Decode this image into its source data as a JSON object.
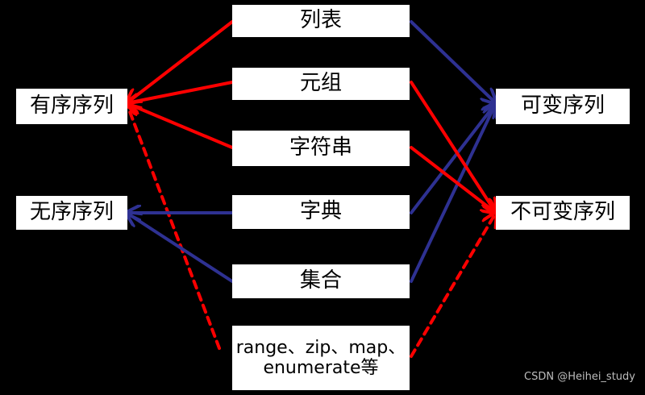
{
  "nodes": {
    "list": "列表",
    "tuple": "元组",
    "string": "字符串",
    "dict": "字典",
    "set": "集合",
    "other_line1": "range、zip、map、",
    "other_line2": "enumerate等",
    "ordered": "有序序列",
    "unordered": "无序序列",
    "mutable": "可变序列",
    "immutable": "不可变序列"
  },
  "edges": [
    {
      "from": "list",
      "to": "ordered",
      "color": "red",
      "style": "solid"
    },
    {
      "from": "tuple",
      "to": "ordered",
      "color": "red",
      "style": "solid"
    },
    {
      "from": "string",
      "to": "ordered",
      "color": "red",
      "style": "solid"
    },
    {
      "from": "other",
      "to": "ordered",
      "color": "red",
      "style": "dashed"
    },
    {
      "from": "dict",
      "to": "unordered",
      "color": "blue",
      "style": "solid"
    },
    {
      "from": "set",
      "to": "unordered",
      "color": "blue",
      "style": "solid"
    },
    {
      "from": "list",
      "to": "mutable",
      "color": "blue",
      "style": "solid"
    },
    {
      "from": "dict",
      "to": "mutable",
      "color": "blue",
      "style": "solid"
    },
    {
      "from": "set",
      "to": "mutable",
      "color": "blue",
      "style": "solid"
    },
    {
      "from": "tuple",
      "to": "immutable",
      "color": "red",
      "style": "solid"
    },
    {
      "from": "string",
      "to": "immutable",
      "color": "red",
      "style": "solid"
    },
    {
      "from": "other",
      "to": "immutable",
      "color": "red",
      "style": "dashed"
    }
  ],
  "colors": {
    "red": "#ff0000",
    "blue": "#2e3192",
    "background": "#000000",
    "box": "#ffffff"
  },
  "watermark": "CSDN @Heihei_study"
}
